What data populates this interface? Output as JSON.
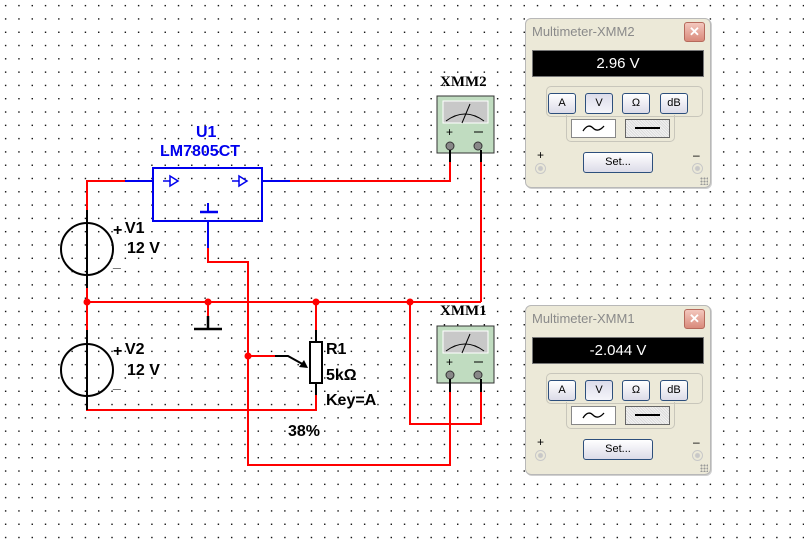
{
  "app": "Multisim",
  "colors": {
    "wire": "#ff0000",
    "component_blue": "#0000ee",
    "component_black": "#000000",
    "meter_body": "#c0dcc0"
  },
  "components": {
    "u1": {
      "ref": "U1",
      "part": "LM7805CT"
    },
    "v1": {
      "ref": "V1",
      "value": "12 V",
      "plus": "+",
      "minus": "_"
    },
    "v2": {
      "ref": "V2",
      "value": "12 V",
      "plus": "+",
      "minus": "_"
    },
    "r1": {
      "ref": "R1",
      "value": "5kΩ",
      "key": "Key=A",
      "setting": "38%"
    },
    "xmm1": {
      "ref": "XMM1"
    },
    "xmm2": {
      "ref": "XMM2"
    }
  },
  "multimeters": [
    {
      "title": "Multimeter-XMM2",
      "reading": "2.96 V",
      "close": "✕",
      "modes": [
        "A",
        "V",
        "Ω",
        "dB"
      ],
      "active_mode": "V",
      "signal": "DC",
      "plus": "+",
      "minus": "–",
      "set_label": "Set..."
    },
    {
      "title": "Multimeter-XMM1",
      "reading": "-2.044 V",
      "close": "✕",
      "modes": [
        "A",
        "V",
        "Ω",
        "dB"
      ],
      "active_mode": "V",
      "signal": "DC",
      "plus": "+",
      "minus": "–",
      "set_label": "Set..."
    }
  ]
}
